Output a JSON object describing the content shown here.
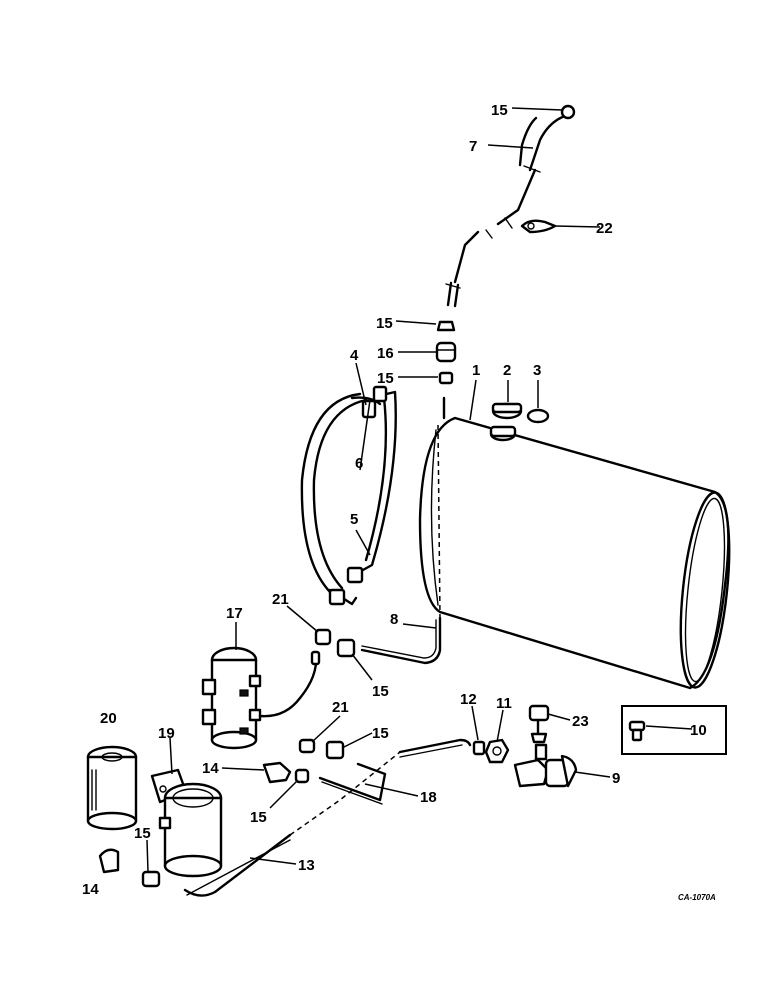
{
  "diagram": {
    "callouts": {
      "c1": "1",
      "c2": "2",
      "c3": "3",
      "c4": "4",
      "c5": "5",
      "c6": "6",
      "c7": "7",
      "c8": "8",
      "c9": "9",
      "c10": "10",
      "c11": "11",
      "c12": "12",
      "c13": "13",
      "c14a": "14",
      "c14b": "14",
      "c15a": "15",
      "c15b": "15",
      "c15c": "15",
      "c15d": "15",
      "c15e": "15",
      "c15f": "15",
      "c15g": "15",
      "c16": "16",
      "c17": "17",
      "c18": "18",
      "c19": "19",
      "c20": "20",
      "c21a": "21",
      "c21b": "21",
      "c22": "22",
      "c23": "23"
    },
    "drawing_code": "CA-1070A"
  }
}
